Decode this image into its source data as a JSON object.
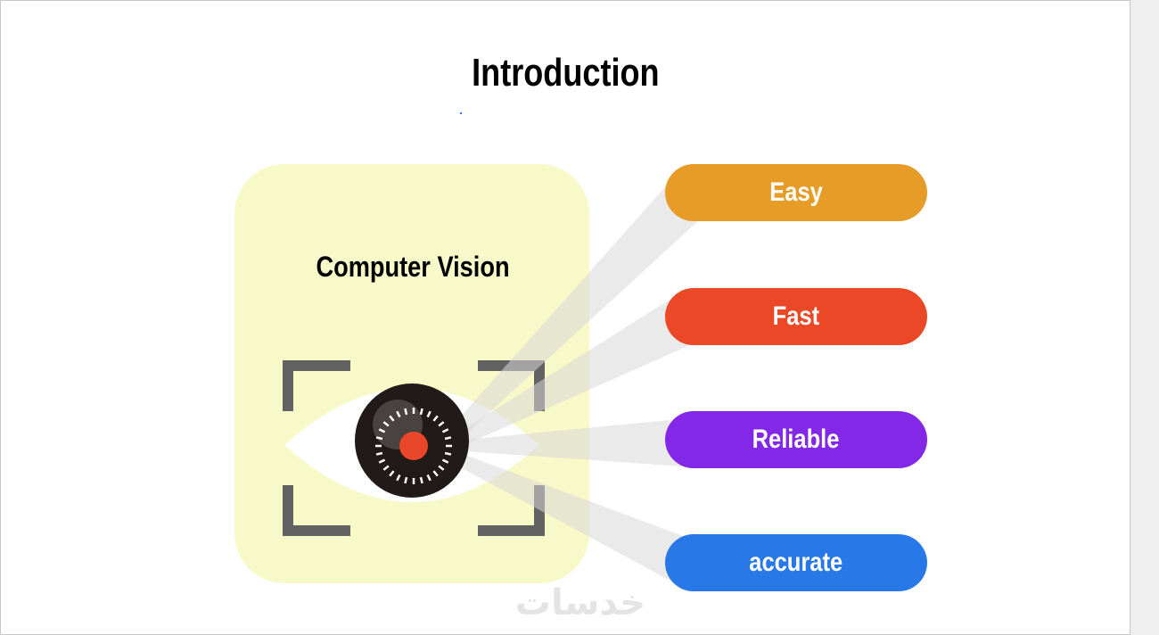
{
  "slide": {
    "title": "Introduction",
    "card_title": "Computer Vision",
    "watermark": "خدسات",
    "pills": [
      {
        "label": "Easy",
        "color": "#e89c28"
      },
      {
        "label": "Fast",
        "color": "#ea4827"
      },
      {
        "label": "Reliable",
        "color": "#8228e6"
      },
      {
        "label": "accurate",
        "color": "#2878e8"
      }
    ]
  }
}
